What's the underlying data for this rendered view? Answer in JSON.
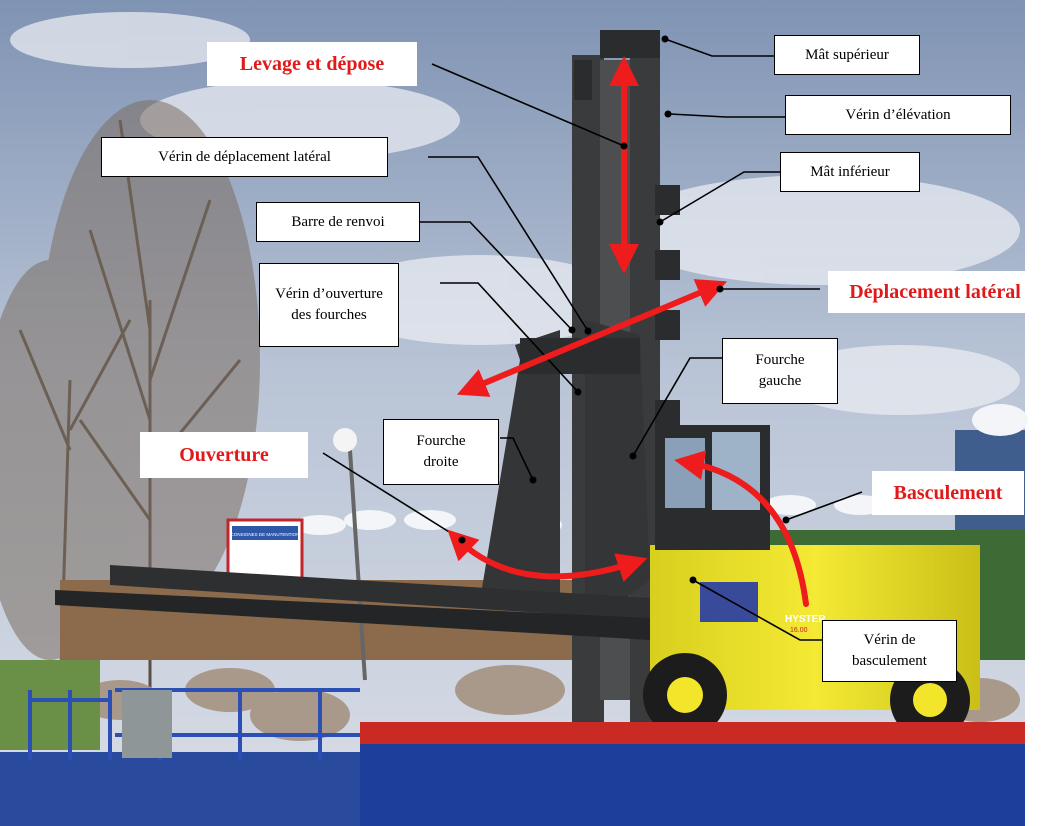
{
  "colors": {
    "arrow": "#ee1c1c",
    "label_text": "#e11919",
    "leader": "#000000",
    "machine_body": "#f2e52a",
    "mast": "#3a3b3d"
  },
  "callouts": {
    "mat_superieur": "Mât supérieur",
    "verin_elevation": "Vérin d’élévation",
    "mat_inferieur": "Mât inférieur",
    "verin_deplacement_lateral": "Vérin de déplacement latéral",
    "barre_renvoi": "Barre de renvoi",
    "verin_ouverture_fourches": "Vérin d’ouverture des fourches",
    "fourche_gauche": "Fourche gauche",
    "fourche_droite": "Fourche droite",
    "verin_basculement": "Vérin de basculement"
  },
  "movements": {
    "levage_depose": "Levage et dépose",
    "deplacement_lateral": "Déplacement latéral",
    "ouverture": "Ouverture",
    "basculement": "Basculement"
  },
  "photo_text": {
    "sign_title": "CONSIGNES DE MANUTENTION",
    "brand": "HYSTER",
    "capacity": "16.00"
  }
}
